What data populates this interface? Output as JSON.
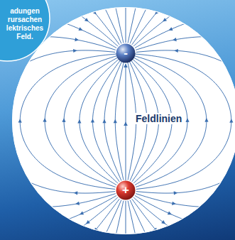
{
  "diagram": {
    "nodes": [
      {
        "text": [
          "adungen rursachen lektrisches Feld."
        ]
      },
      {
        "text": [
          "Feldlinien"
        ]
      },
      {
        "text": [
          "-"
        ],
        "in": 1
      },
      {
        "text": [
          "+"
        ],
        "in": 1
      }
    ],
    "edges": [
      {
        "from": 3,
        "to": 2,
        "arrow": "to"
      }
    ]
  }
}
